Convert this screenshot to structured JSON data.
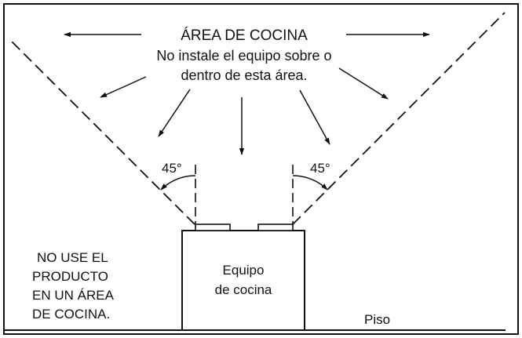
{
  "zone": {
    "title": "ÁREA DE COCINA",
    "warning_lines": [
      "No instale el equipo sobre o",
      "dentro de esta área."
    ]
  },
  "angles": {
    "left": "45°",
    "right": "45°"
  },
  "appliance": {
    "label_lines": [
      "Equipo",
      "de cocina"
    ]
  },
  "side_note": {
    "lines": [
      "NO USE EL",
      "PRODUCTO",
      "EN UN ÁREA",
      "DE COCINA."
    ]
  },
  "floor": {
    "label": "Piso"
  },
  "colors": {
    "stroke": "#111111",
    "background": "#ffffff"
  }
}
